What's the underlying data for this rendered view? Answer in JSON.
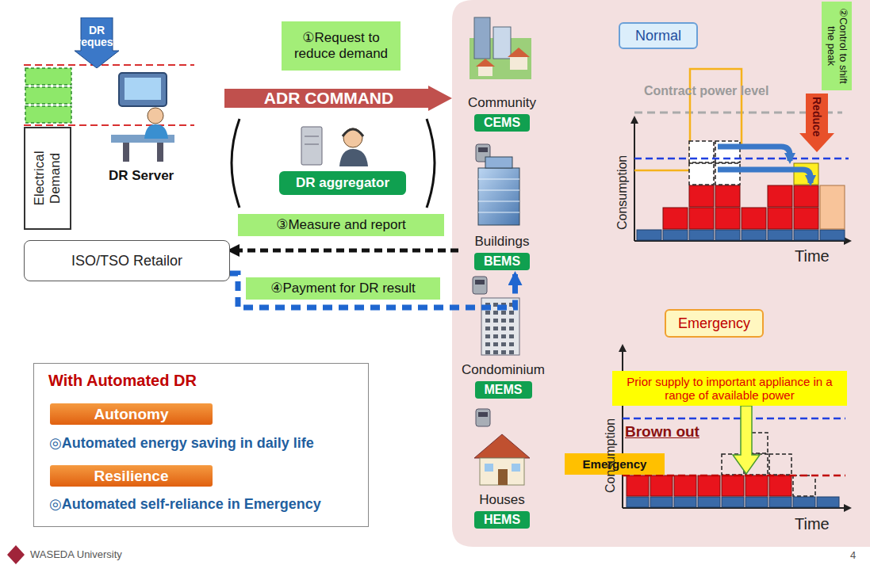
{
  "diagram": {
    "nodes": [
      {
        "text": [
          "①Request to reduce demand"
        ]
      },
      {
        "text": [
          "Electrical Demand"
        ]
      },
      {
        "text": [
          "DR request"
        ]
      },
      {
        "text": [
          "ADR COMMAND"
        ]
      },
      {
        "text": [
          "DR aggregator"
        ]
      },
      {
        "text": [
          "③Measure and report"
        ]
      },
      {
        "text": [
          "ISO/TSO Retailor"
        ]
      },
      {
        "text": [
          "④Payment for DR result"
        ]
      },
      {
        "text": [
          "Community",
          "CEMS"
        ]
      },
      {
        "text": [
          "Buildings",
          "BEMS"
        ]
      },
      {
        "text": [
          "Condominium",
          "MEMS"
        ]
      },
      {
        "text": [
          "Houses",
          "HEMS"
        ]
      },
      {
        "text": [
          "Normal"
        ]
      },
      {
        "text": [
          "②Control to shift the peak"
        ]
      },
      {
        "text": [
          "Emergency"
        ]
      },
      {
        "text": [
          "Prior supply to important appliance in a range of available power"
        ]
      },
      {
        "text": [
          "Emergency"
        ]
      },
      {
        "text": [
          "With Automated DR"
        ]
      },
      {
        "text": [
          "Autonomy"
        ],
        "in": 17
      },
      {
        "text": [
          "Resilience"
        ],
        "in": 17
      }
    ],
    "edges": [
      {
        "from": 9,
        "to": 6,
        "arrow": "to"
      },
      {
        "from": 6,
        "to": 9,
        "arrow": "to"
      }
    ],
    "labels": [
      "DR Server",
      "Contract power level",
      "Reduce",
      "Consumption",
      "Time",
      "Brown out",
      "Consumption",
      "Time",
      "◎Automated energy saving in daily life",
      "◎Automated self-reliance in Emergency",
      "WASEDA University",
      "4"
    ]
  }
}
